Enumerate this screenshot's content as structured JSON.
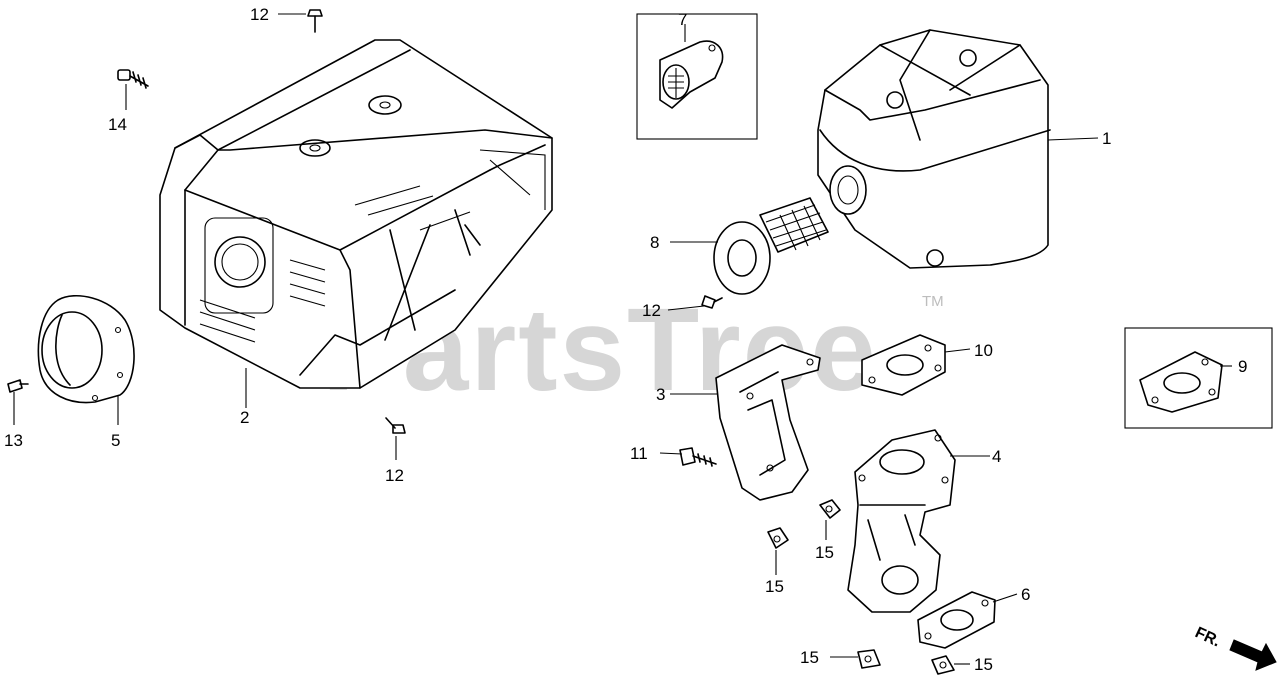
{
  "watermark": {
    "text": "PartsTree",
    "tm": "TM"
  },
  "direction": {
    "label": "FR."
  },
  "callouts": {
    "c1": "1",
    "c2": "2",
    "c3": "3",
    "c4": "4",
    "c5": "5",
    "c6": "6",
    "c7": "7",
    "c8": "8",
    "c9": "9",
    "c10": "10",
    "c11": "11",
    "c12a": "12",
    "c12b": "12",
    "c12c": "12",
    "c13": "13",
    "c14": "14",
    "c15a": "15",
    "c15b": "15",
    "c15c": "15",
    "c15d": "15"
  }
}
